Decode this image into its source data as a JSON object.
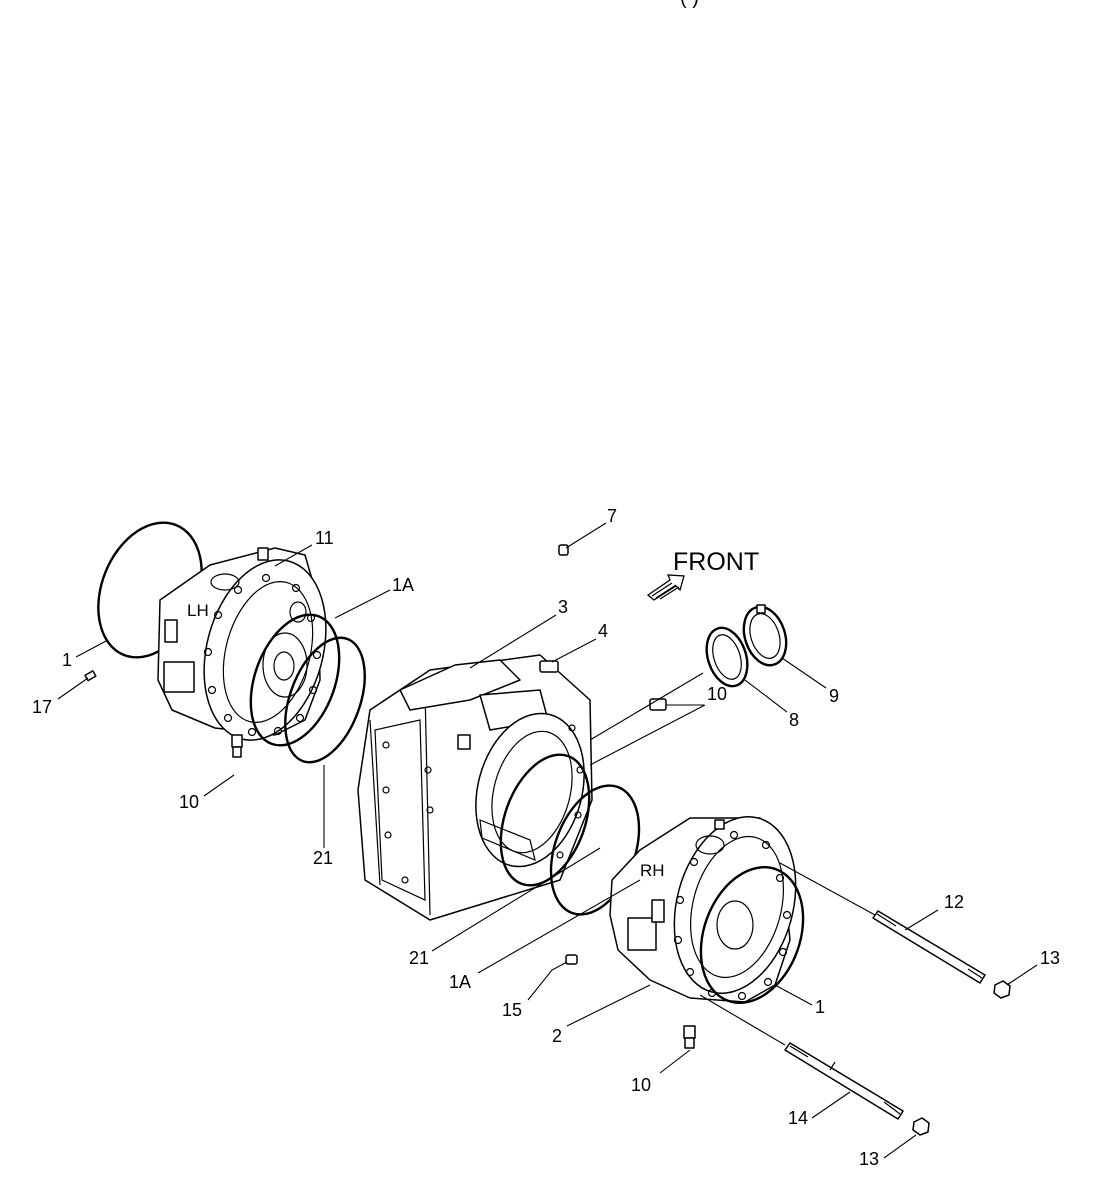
{
  "top_fragment": "(   )",
  "direction_label": "FRONT",
  "side_labels": {
    "left": "LH",
    "right": "RH"
  },
  "callouts": [
    {
      "id": "c-11",
      "text": "11"
    },
    {
      "id": "c-1a-top",
      "text": "1A"
    },
    {
      "id": "c-1-left",
      "text": "1"
    },
    {
      "id": "c-17",
      "text": "17"
    },
    {
      "id": "c-10-left",
      "text": "10"
    },
    {
      "id": "c-21-left",
      "text": "21"
    },
    {
      "id": "c-7",
      "text": "7"
    },
    {
      "id": "c-3",
      "text": "3"
    },
    {
      "id": "c-4",
      "text": "4"
    },
    {
      "id": "c-10-mid",
      "text": "10"
    },
    {
      "id": "c-8",
      "text": "8"
    },
    {
      "id": "c-9",
      "text": "9"
    },
    {
      "id": "c-21-bottom",
      "text": "21"
    },
    {
      "id": "c-1a-bottom",
      "text": "1A"
    },
    {
      "id": "c-15",
      "text": "15"
    },
    {
      "id": "c-2",
      "text": "2"
    },
    {
      "id": "c-1-right",
      "text": "1"
    },
    {
      "id": "c-12",
      "text": "12"
    },
    {
      "id": "c-13-top",
      "text": "13"
    },
    {
      "id": "c-10-bottom",
      "text": "10"
    },
    {
      "id": "c-14",
      "text": "14"
    },
    {
      "id": "c-13-bottom",
      "text": "13"
    }
  ]
}
